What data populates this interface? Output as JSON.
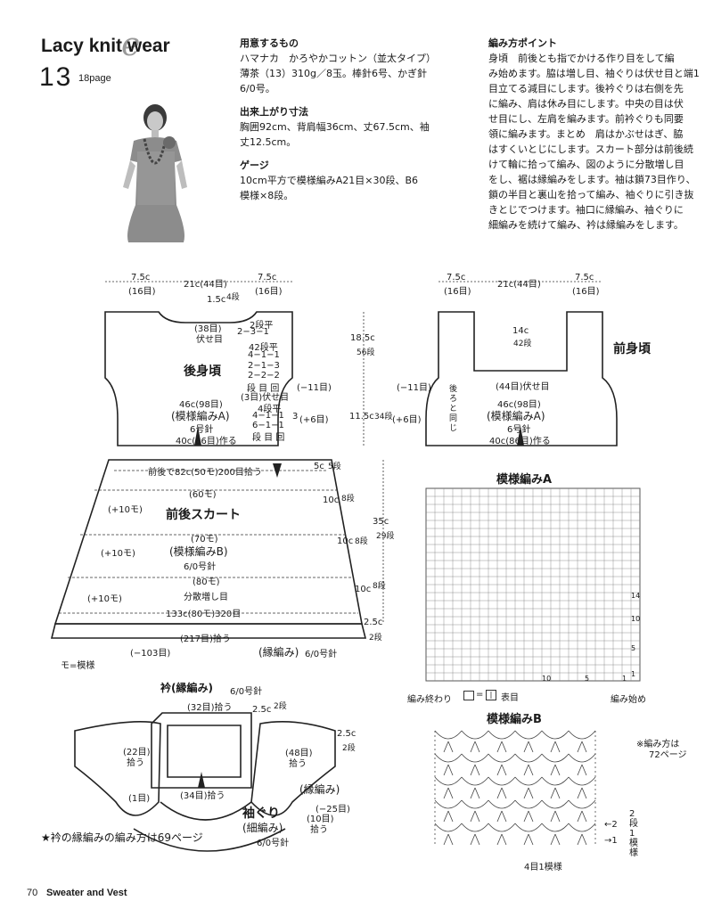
{
  "header": {
    "title": "Lacy knit wear",
    "number": "13",
    "page_ref": "18page",
    "script": "e"
  },
  "materials": {
    "heading": "用意するもの",
    "lines": [
      "ハマナカ　かろやかコットン（並太タイプ）",
      "薄茶（13）310g／8玉。棒針6号、かぎ針",
      "6/0号。"
    ]
  },
  "size": {
    "heading": "出来上がり寸法",
    "lines": [
      "胸囲92cm、背肩幅36cm、丈67.5cm、袖",
      "丈12.5cm。"
    ]
  },
  "gauge": {
    "heading": "ゲージ",
    "lines": [
      "10cm平方で模様編みA21目×30段、B6",
      "模様×8段。"
    ]
  },
  "points": {
    "heading": "編み方ポイント",
    "lines": [
      "身頃　前後とも指でかける作り目をして編",
      "み始めます。脇は増し目、袖ぐりは伏せ目と端1",
      "目立てる減目にします。後衿ぐりは右側を先",
      "に編み、肩は休み目にします。中央の目は伏",
      "せ目にし、左肩を編みます。前衿ぐりも同要",
      "領に編みます。まとめ　肩はかぶせはぎ、脇",
      "はすくいとじにします。スカート部分は前後続",
      "けて輪に拾って編み、図のように分散増し目",
      "をし、裾は縁編みをします。袖は鎖73目作り、",
      "鎖の半目と裏山を拾って編み、袖ぐりに引き抜",
      "きとじでつけます。袖口に縁編み、袖ぐりに",
      "細編みを続けて編み、衿は縁編みをします。"
    ]
  },
  "back": {
    "top_left": "7.5c",
    "top_left2": "(16目)",
    "top_mid": "21c(44目)",
    "top_right": "7.5c",
    "top_right2": "(16目)",
    "neck_h": "1.5c",
    "neck_h2": "4段",
    "neck_38": "(38目)",
    "neck_38b": "伏せ目",
    "dec1": "2段平",
    "dec2": "2−3−1",
    "arm1": "42段平",
    "arm2": "4−1−1",
    "arm3": "2−1−3",
    "arm4": "2−2−2",
    "arm5": "段 目 回",
    "arm6": "(3目)伏せ目",
    "name": "後身頃",
    "side_right": "(−11目)",
    "width46": "46c(98目)",
    "pattern": "(模様編みA)",
    "needle": "6号針",
    "inc1": "4段平",
    "inc2": "4−1−1",
    "inc3": "6−1−1",
    "inc4": "段 目 回",
    "inc_side": "(+6目)",
    "cast": "40c(86目)作る"
  },
  "mid": {
    "h1": "18.5c",
    "h1b": "56段",
    "h2": "11.5c",
    "h2b": "34段",
    "inc3": "3"
  },
  "front": {
    "top_left": "7.5c",
    "top_left2": "(16目)",
    "top_mid": "21c(44目)",
    "top_right": "7.5c",
    "top_right2": "(16目)",
    "neck_h": "14c",
    "neck_h2": "42段",
    "name": "前身頃",
    "side_left": "(−11目)",
    "neck_44": "(44目)伏せ目",
    "same": "後ろと同じ",
    "width46": "46c(98目)",
    "pattern": "(模様編みA)",
    "needle": "6号針",
    "inc_side": "(+6目)",
    "cast": "40c(86目)作る"
  },
  "skirt": {
    "pickup": "前後で82c(50モ)200目拾う",
    "h5": "5c",
    "h5b": "5段",
    "r60": "(60モ)",
    "plus10a": "(+10モ)",
    "h10a": "10c",
    "h10ab": "8段",
    "name": "前後スカート",
    "r70": "(70モ)",
    "plus10b": "(+10モ)",
    "h10b": "10c",
    "h10bb": "8段",
    "pattern": "(模様編みB)",
    "needle": "6/0号針",
    "h35": "35c",
    "h35b": "29段",
    "r80": "(80モ)",
    "plus10c": "(+10モ)",
    "h10c": "10c",
    "h10cb": "8段",
    "dist": "分散増し目",
    "w133": "133c(80モ)320目",
    "h25": "2.5c",
    "h25b": "2段",
    "pick217": "(217目)拾う",
    "m103": "(−103目)",
    "edge": "(縁編み)",
    "edge_needle": "6/0号針",
    "mo": "モ=模様"
  },
  "patternA": {
    "title": "模様編みA",
    "end": "編み終わり",
    "start": "編み始め",
    "legend": "= ",
    "legend_sym": "|",
    "legend_text": "表目",
    "row14": "14",
    "row10": "10",
    "row5": "5",
    "row1": "1",
    "col10": "10",
    "col5": "5",
    "col1": "1"
  },
  "collar": {
    "title": "衿(縁編み)",
    "needle": "6/0号針",
    "p32": "(32目)拾う",
    "h25": "2.5c",
    "h25b": "2段",
    "p22": "(22目)",
    "p22b": "拾う",
    "p34": "(34目)拾う",
    "p1": "(1目)",
    "r25": "2.5c",
    "r25b": "2段",
    "p48": "(48目)",
    "p48b": "拾う",
    "edge": "(縁編み)",
    "m25": "(−25目)",
    "sleeve": "袖ぐり",
    "sleeve_b": "(細編み)",
    "sleeve_needle": "6/0号針",
    "p10": "(10目)",
    "p10b": "拾う",
    "note": "★衿の縁編みの編み方は69ページ"
  },
  "patternB": {
    "title": "模様編みB",
    "note1": "※編み方は",
    "note2": "72ページ",
    "r2": "←2",
    "r1": "→1",
    "rep": "2段1模様",
    "width": "4目1模様"
  },
  "footer": {
    "page": "70",
    "book": "Sweater and Vest"
  }
}
